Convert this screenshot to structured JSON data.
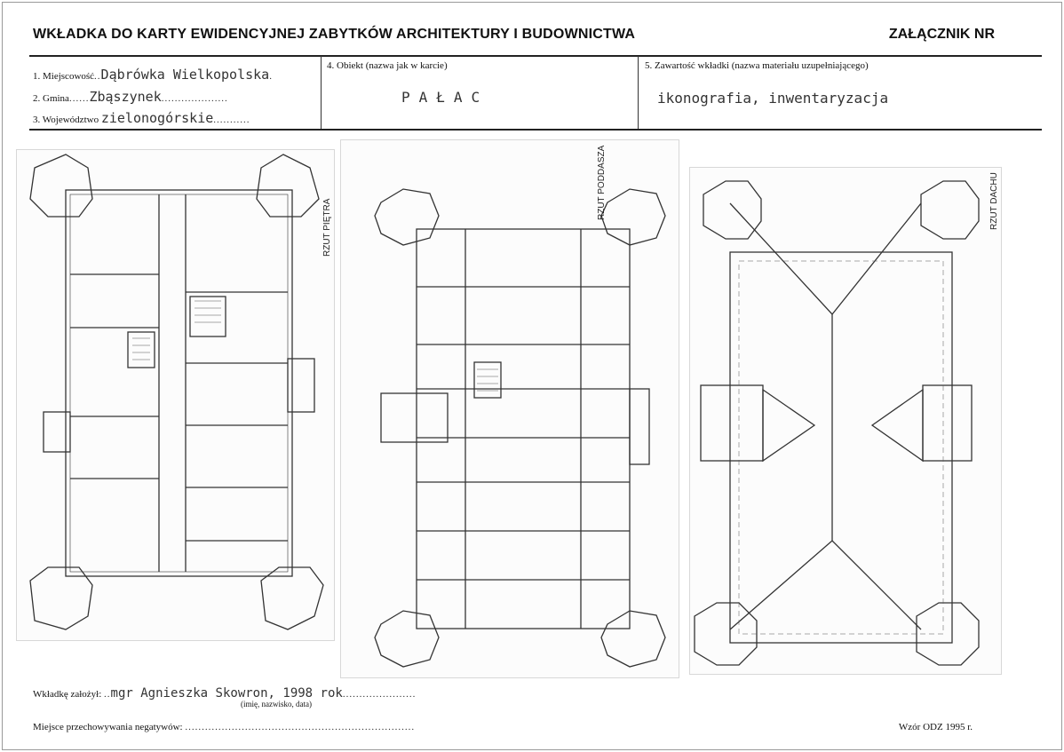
{
  "header": {
    "title": "WKŁADKA DO KARTY EWIDENCYJNEJ ZABYTKÓW ARCHITEKTURY I BUDOWNICTWA",
    "attachment_label": "ZAŁĄCZNIK NR"
  },
  "fields": {
    "locality_label": "1. Miejscowość",
    "locality_value": "Dąbrówka Wielkopolska",
    "commune_label": "2. Gmina",
    "commune_value": "Zbąszynek",
    "voivodeship_label": "3. Województwo",
    "voivodeship_value": "zielonogórskie",
    "object_label": "4. Obiekt (nazwa jak w karcie)",
    "object_value": "PAŁAC",
    "content_label": "5. Zawartość wkładki (nazwa materiału uzupełniającego)",
    "content_value": "ikonografia, inwentaryzacja"
  },
  "plans": {
    "floor_label": "RZUT PIĘTRA",
    "attic_label": "RZUT PODDASZA",
    "roof_label": "RZUT DACHU"
  },
  "footer": {
    "author_label": "Wkładkę założył:",
    "author_value": "mgr Agnieszka Skowron, 1998 rok",
    "author_caption": "(imię, nazwisko, data)",
    "negatives_label": "Miejsce przechowywania negatywów:",
    "model_label": "Wzór ODZ 1995 r."
  }
}
